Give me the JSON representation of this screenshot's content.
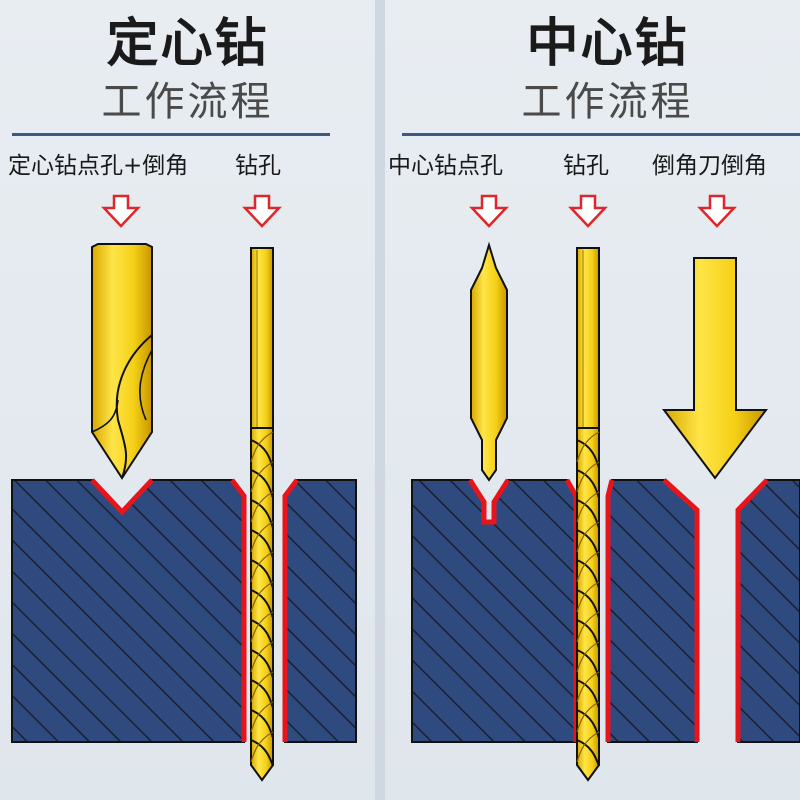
{
  "left": {
    "title": "定心钻",
    "subtitle": "工作流程",
    "steps": [
      "定心钻点孔+倒角",
      "钻孔"
    ]
  },
  "right": {
    "title": "中心钻",
    "subtitle": "工作流程",
    "steps": [
      "中心钻点孔",
      "钻孔",
      "倒角刀倒角"
    ]
  },
  "colors": {
    "workpiece": "#2f4a7e",
    "hatch": "#1a1f2e",
    "cut_edge": "#e8141c",
    "tool_gold": "#f5d21a",
    "arrow_outline": "#e0262a",
    "rule": "#3d5a80"
  }
}
